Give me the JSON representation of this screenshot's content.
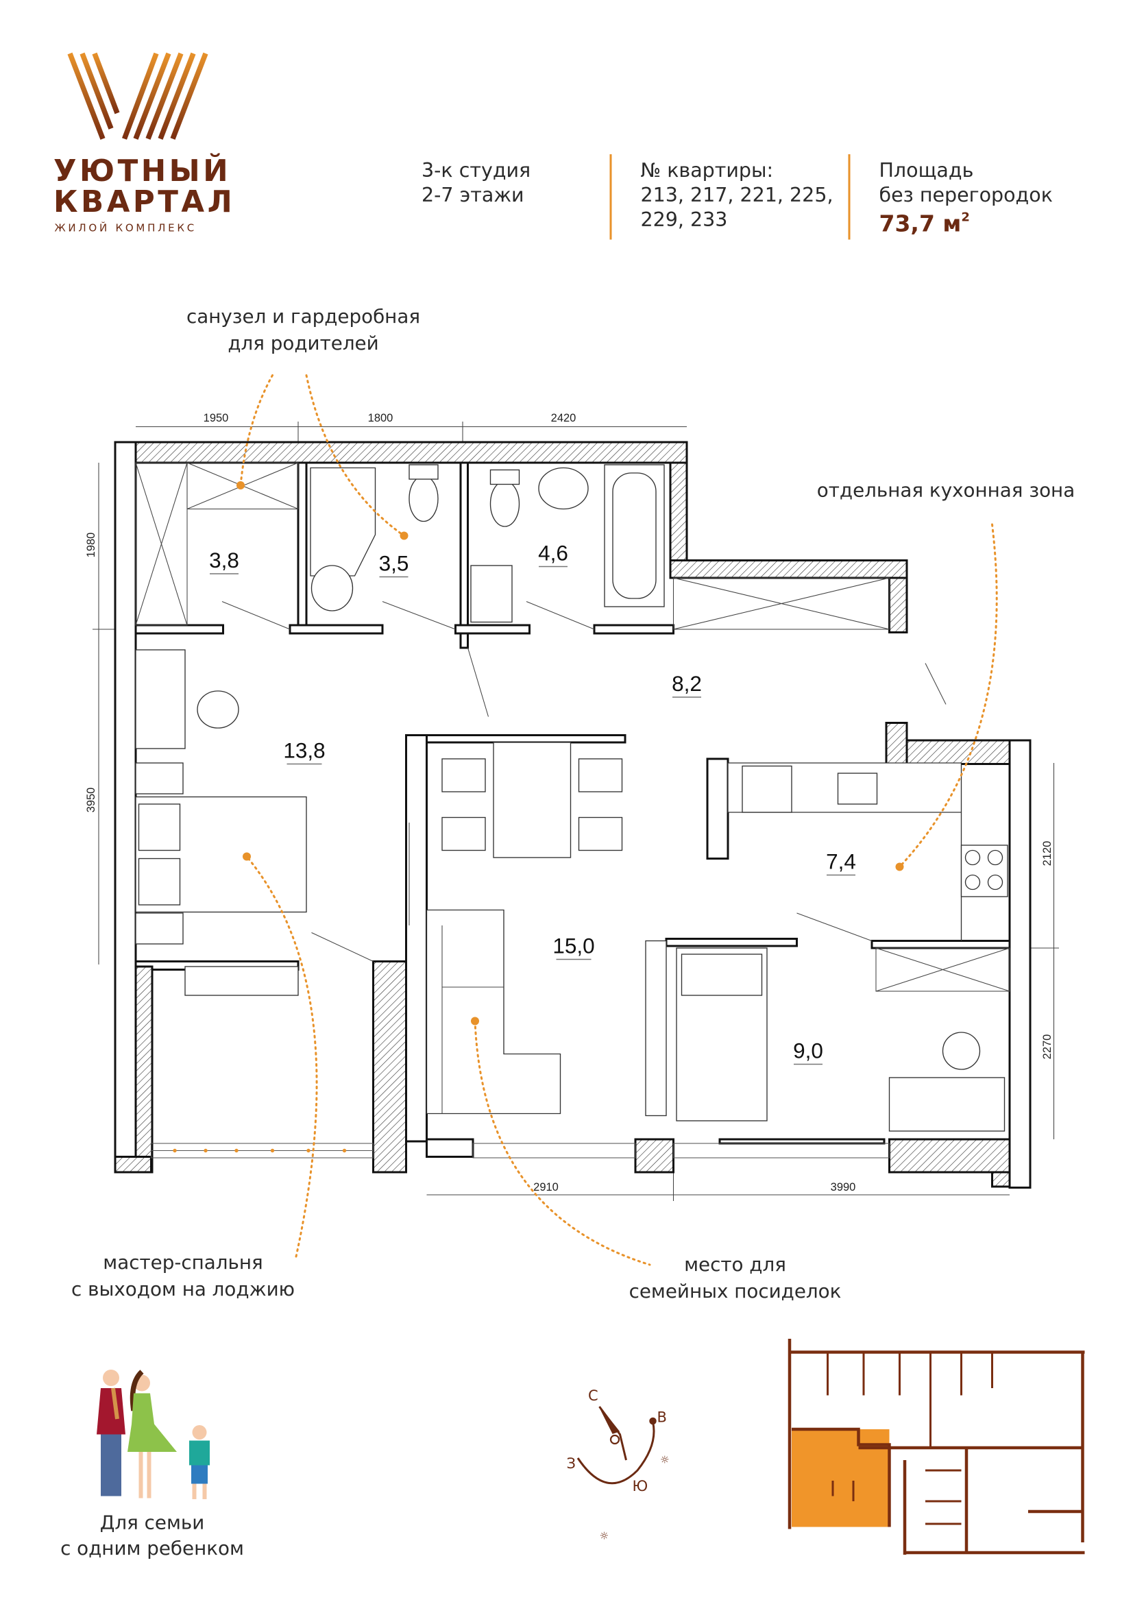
{
  "logo": {
    "line1": "УЮТНЫЙ",
    "line2": "КВАРТАЛ",
    "tagline": "ЖИЛОЙ КОМПЛЕКС"
  },
  "header": {
    "type_line1": "3-к студия",
    "type_line2": "2-7 этажи",
    "apartments_label": "№ квартиры:",
    "apartments_line1": "213, 217, 221, 225,",
    "apartments_line2": "229, 233",
    "area_label1": "Площадь",
    "area_label2": "без перегородок",
    "area_value": "73,7 м",
    "area_unit_sup": "2"
  },
  "callouts": {
    "parents_bath_1": "санузел и гардеробная",
    "parents_bath_2": "для родителей",
    "kitchen": "отдельная кухонная зона",
    "master_1": "мастер-спальня",
    "master_2": "с выходом на лоджию",
    "family_1": "место для",
    "family_2": "семейных посиделок"
  },
  "rooms": {
    "wardrobe": "3,8",
    "bath1": "3,5",
    "bath2": "4,6",
    "hall": "8,2",
    "master_bedroom": "13,8",
    "kitchen": "7,4",
    "living": "15,0",
    "bedroom2": "9,0"
  },
  "dimensions": {
    "top1": "1950",
    "top2": "1800",
    "top3": "2420",
    "left1": "1980",
    "left2": "3950",
    "right1": "2120",
    "right2": "2270",
    "bottom1": "2910",
    "bottom2": "3990"
  },
  "family": {
    "caption1": "Для семьи",
    "caption2": "с одним ребенком"
  },
  "compass": {
    "north": "С",
    "east": "В",
    "west": "З",
    "south": "Ю"
  },
  "colors": {
    "brand_brown": "#6b2a12",
    "accent_orange": "#e8922a",
    "highlight": "#f0952a"
  }
}
